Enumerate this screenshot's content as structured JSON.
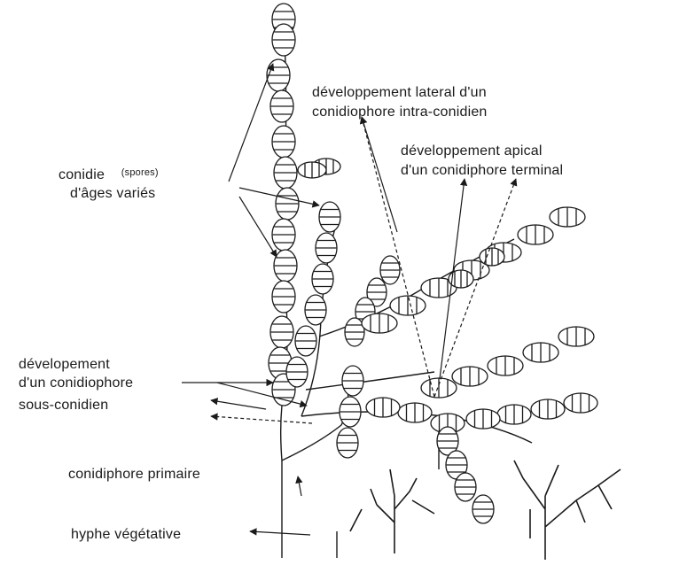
{
  "labels": {
    "conidie_line1": "conidie",
    "conidie_paren": "(spores)",
    "conidie_line2": "d'âges variés",
    "lateral_line1": "développement lateral d'un",
    "lateral_line2": "conidiophore intra-conidien",
    "apical_line1": "développement apical",
    "apical_line2": "d'un conidiphore terminal",
    "sous_line1": "dévelopement",
    "sous_line2": "d'un conidiophore",
    "sous_line3": "sous-conidien",
    "primaire": "conidiphore primaire",
    "hyphe": "hyphe végétative"
  },
  "colors": {
    "ink": "#1a1a1a",
    "background": "#ffffff"
  }
}
